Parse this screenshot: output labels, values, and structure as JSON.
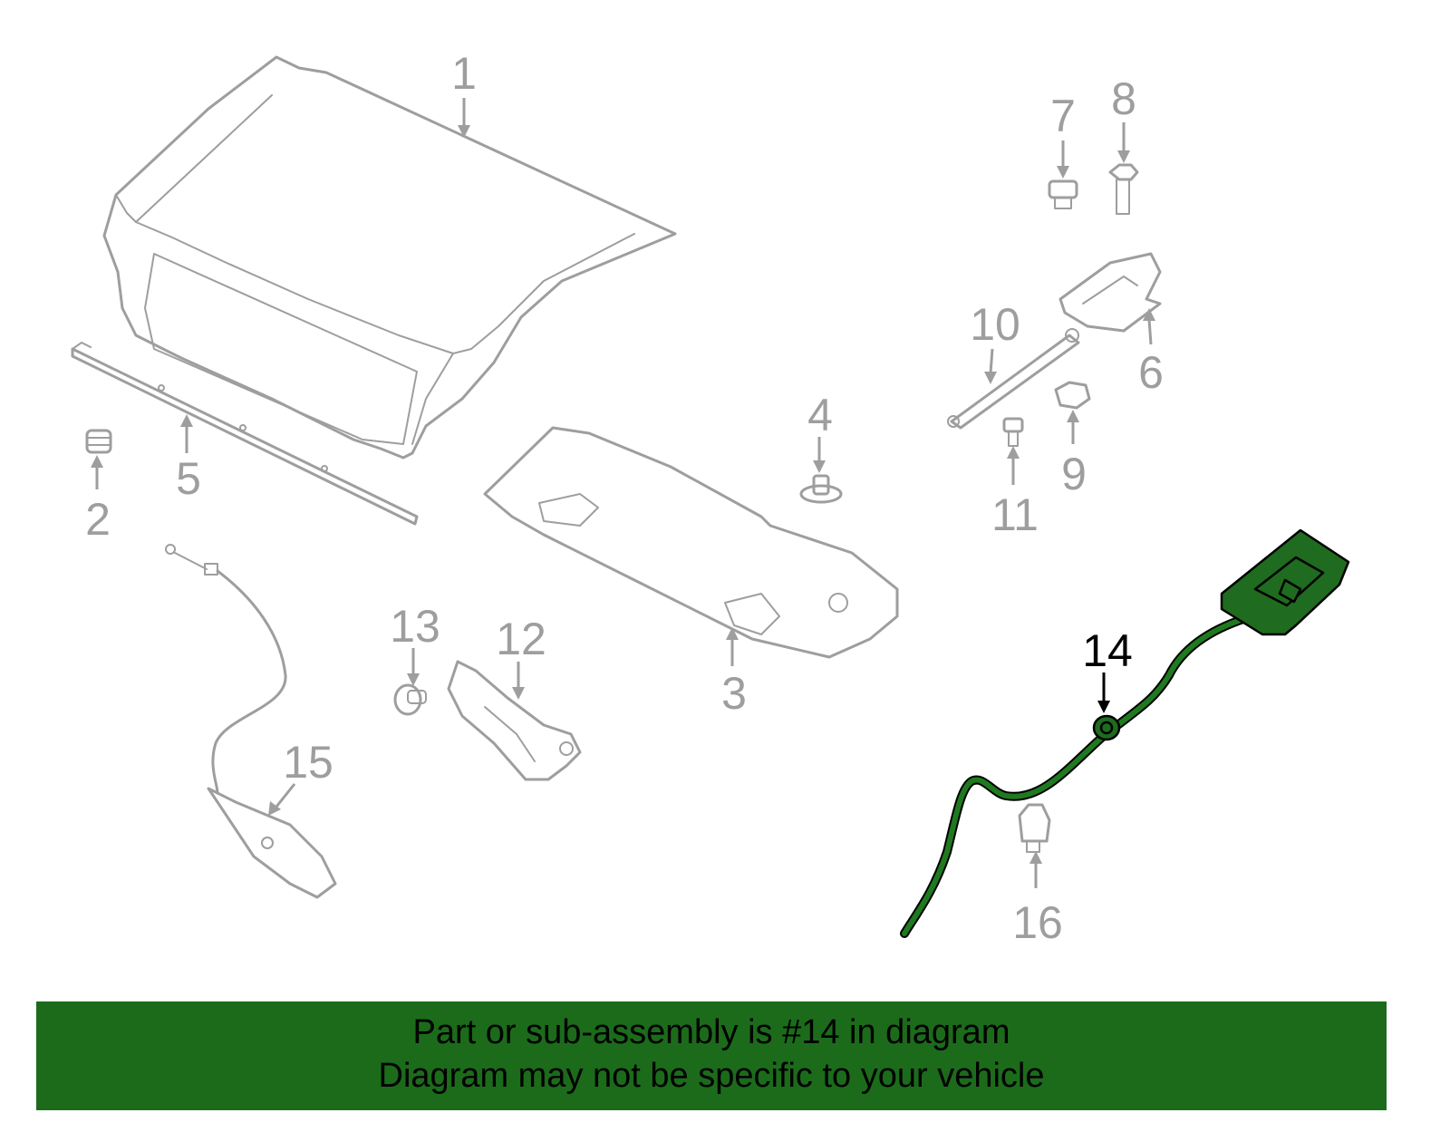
{
  "diagram": {
    "highlight_color": "#1f6b1f",
    "part_color": "#9e9e9e",
    "highlighted_part": "14",
    "callouts": [
      {
        "id": "c1",
        "label": "1"
      },
      {
        "id": "c2",
        "label": "2"
      },
      {
        "id": "c3",
        "label": "3"
      },
      {
        "id": "c4",
        "label": "4"
      },
      {
        "id": "c5",
        "label": "5"
      },
      {
        "id": "c6",
        "label": "6"
      },
      {
        "id": "c7",
        "label": "7"
      },
      {
        "id": "c8",
        "label": "8"
      },
      {
        "id": "c9",
        "label": "9"
      },
      {
        "id": "c10",
        "label": "10"
      },
      {
        "id": "c11",
        "label": "11"
      },
      {
        "id": "c12",
        "label": "12"
      },
      {
        "id": "c13",
        "label": "13"
      },
      {
        "id": "c14",
        "label": "14"
      },
      {
        "id": "c15",
        "label": "15"
      },
      {
        "id": "c16",
        "label": "16"
      }
    ]
  },
  "banner": {
    "background": "#1b6b1b",
    "line1": "Part or sub-assembly is #14 in diagram",
    "line2": "Diagram may not be specific to your vehicle"
  }
}
